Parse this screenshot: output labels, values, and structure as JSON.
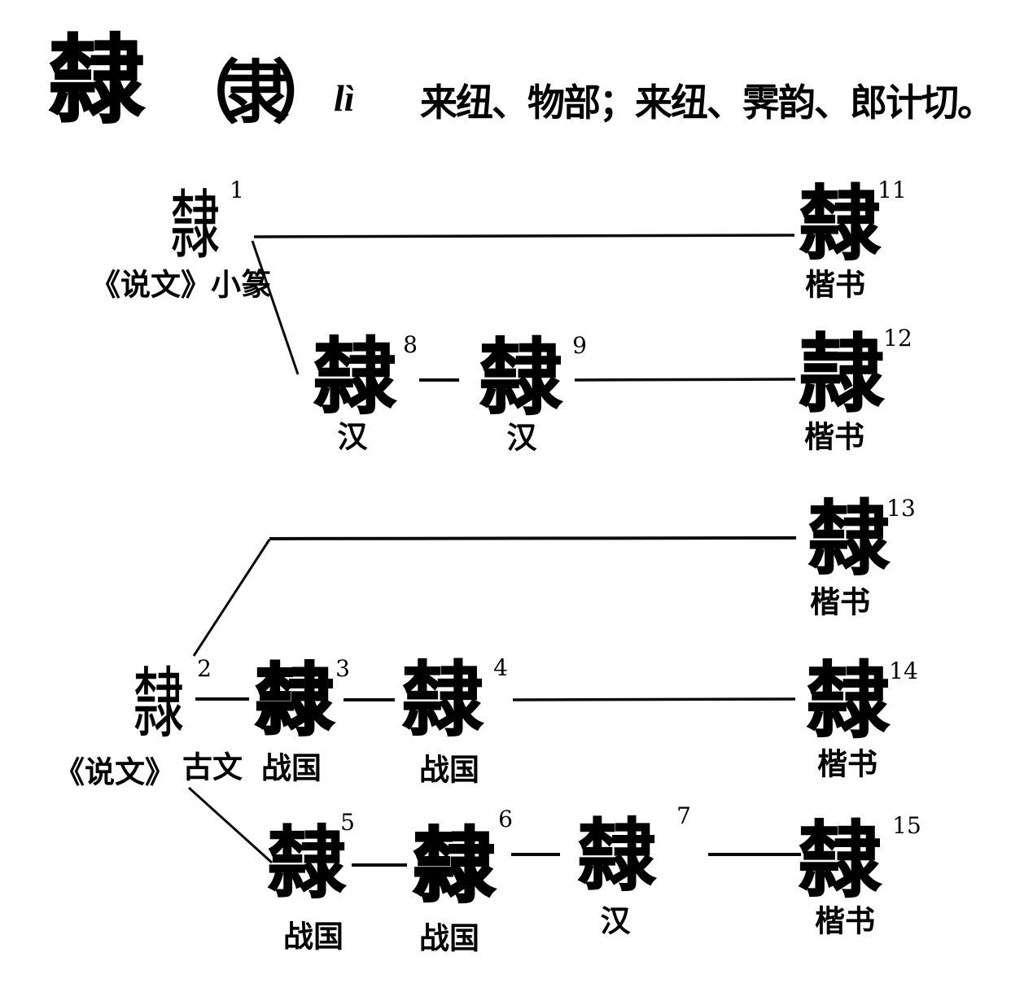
{
  "header": {
    "headword": "隸",
    "variant": "（隶）",
    "pinyin": "lì",
    "phonology": "来纽、物部；来纽、霁韵、郎计切。"
  },
  "diagram": {
    "nodes": [
      {
        "id": 1,
        "sup": "1",
        "glyph": "隸",
        "label": "《说文》小篆",
        "script": "小篆"
      },
      {
        "id": 2,
        "sup": "2",
        "glyph": "隸",
        "label": "《说文》",
        "label2": "古文",
        "script": "古文"
      },
      {
        "id": 3,
        "sup": "3",
        "glyph": "隸",
        "label": "战国",
        "script": "战国"
      },
      {
        "id": 4,
        "sup": "4",
        "glyph": "隸",
        "label": "战国",
        "script": "战国"
      },
      {
        "id": 5,
        "sup": "5",
        "glyph": "隸",
        "label": "战国",
        "script": "战国"
      },
      {
        "id": 6,
        "sup": "6",
        "glyph": "隸",
        "label": "战国",
        "script": "战国"
      },
      {
        "id": 7,
        "sup": "7",
        "glyph": "隸",
        "label": "汉",
        "script": "汉"
      },
      {
        "id": 8,
        "sup": "8",
        "glyph": "隸",
        "label": "汉",
        "script": "汉"
      },
      {
        "id": 9,
        "sup": "9",
        "glyph": "隸",
        "label": "汉",
        "script": "汉"
      },
      {
        "id": 11,
        "sup": "11",
        "glyph": "隸",
        "label": "楷书",
        "script": "楷书"
      },
      {
        "id": 12,
        "sup": "12",
        "glyph": "隷",
        "label": "楷书",
        "script": "楷书"
      },
      {
        "id": 13,
        "sup": "13",
        "glyph": "隸",
        "label": "楷书",
        "script": "楷书"
      },
      {
        "id": 14,
        "sup": "14",
        "glyph": "隸",
        "label": "楷书",
        "script": "楷书"
      },
      {
        "id": 15,
        "sup": "15",
        "glyph": "隸",
        "label": "楷书",
        "script": "楷书"
      }
    ],
    "edges": [
      {
        "from": "1",
        "to": "11"
      },
      {
        "from": "1",
        "to": "8"
      },
      {
        "from": "8",
        "to": "9"
      },
      {
        "from": "9",
        "to": "12"
      },
      {
        "from": "2",
        "to": "13"
      },
      {
        "from": "2",
        "to": "3"
      },
      {
        "from": "3",
        "to": "4"
      },
      {
        "from": "4",
        "to": "14"
      },
      {
        "from": "2",
        "to": "5"
      },
      {
        "from": "5",
        "to": "6"
      },
      {
        "from": "6",
        "to": "7"
      },
      {
        "from": "7",
        "to": "15"
      }
    ],
    "ink_color": "#0a0a0a",
    "background_color": "#ffffff"
  }
}
